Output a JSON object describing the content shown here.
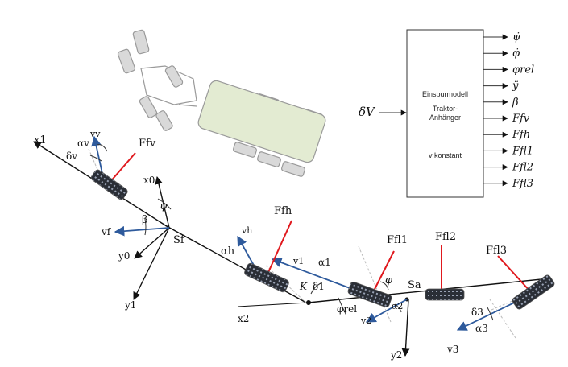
{
  "block": {
    "input": "δV",
    "title": "Einspurmodell",
    "line2": "Traktor-",
    "line3": "Anhänger",
    "note": "v konstant",
    "outputs": [
      "ψ̇",
      "φ̇",
      "φrel",
      "ÿ",
      "β",
      "Ffv",
      "Ffh",
      "Ffl1",
      "Ffl2",
      "Ffl3"
    ]
  },
  "labels": {
    "x1": "x1",
    "vv": "vv",
    "Ffv": "Ffv",
    "alpha_v": "αv",
    "delta_v": "δv",
    "x0": "x0",
    "psi": "ψ",
    "beta": "β",
    "vf": "vf",
    "Sf": "Sf",
    "y0": "y0",
    "y1": "y1",
    "vh": "vh",
    "Ffh": "Ffh",
    "alpha_h": "αh",
    "K": "K",
    "x2": "x2",
    "v1": "v1",
    "alpha1": "α1",
    "delta1": "δ1",
    "phi_rel": "φrel",
    "Ffl1": "Ffl1",
    "phi": "φ",
    "Sa": "Sa",
    "v2": "v2",
    "alpha2": "α2",
    "y2": "y2",
    "Ffl2": "Ffl2",
    "Ffl3": "Ffl3",
    "delta3": "δ3",
    "alpha3": "α3",
    "v3": "v3"
  },
  "colors": {
    "force": "#e0191e",
    "velocity": "#2e5a9c",
    "axis": "#111111",
    "trailer": "#e3ebd2"
  }
}
